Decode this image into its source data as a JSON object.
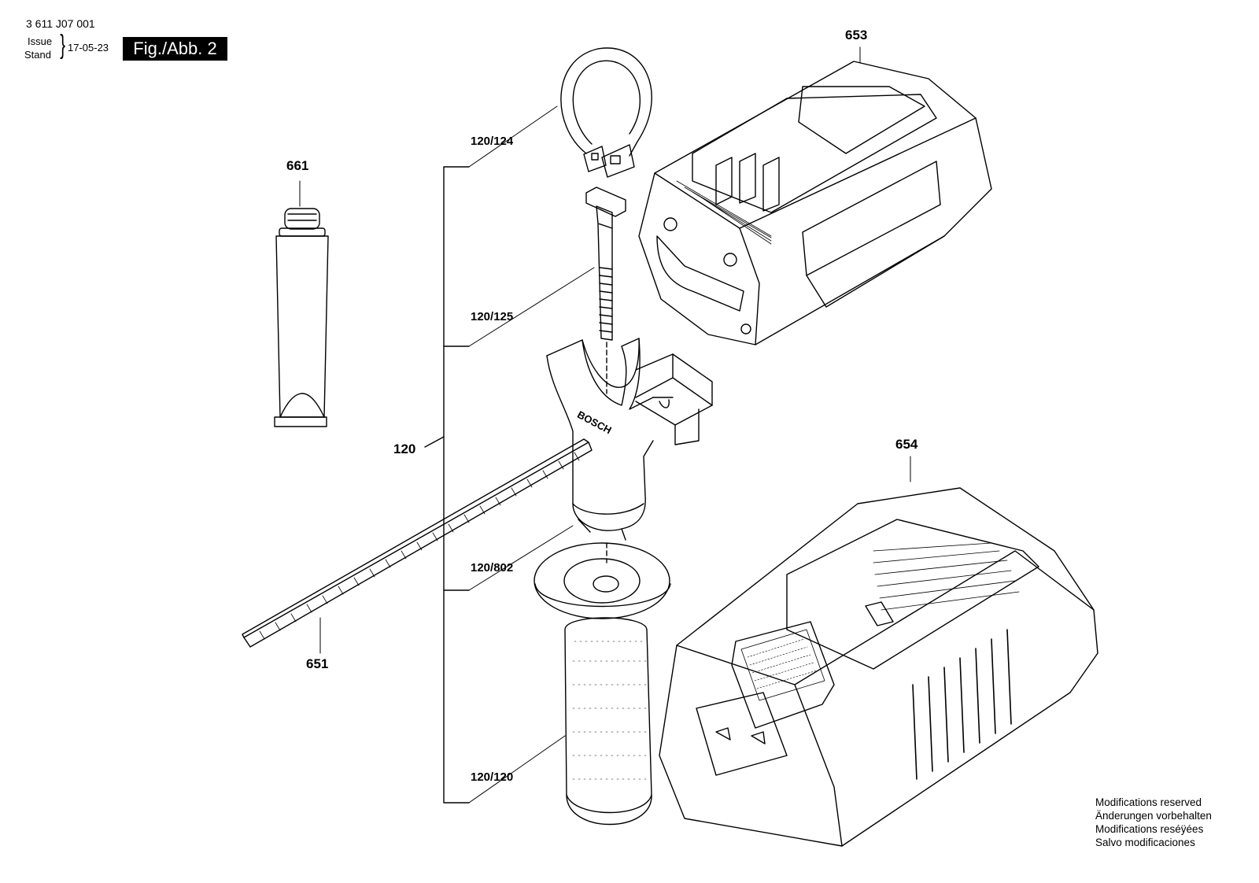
{
  "header": {
    "doc_number": "3 611 J07 001",
    "issue_label": "Issue",
    "stand_label": "Stand",
    "issue_date": "17-05-23",
    "figure_label": "Fig./Abb. 2"
  },
  "parts": {
    "p653": "653",
    "p654": "654",
    "p661": "661",
    "p651": "651",
    "p120": "120",
    "p120_124": "120/124",
    "p120_125": "120/125",
    "p120_802": "120/802",
    "p120_120": "120/120"
  },
  "brand_mark": "BOSCH",
  "notes": [
    "Modifications reserved",
    "Änderungen vorbehalten",
    "Modifications reséÿées",
    "Salvo modificaciones"
  ]
}
